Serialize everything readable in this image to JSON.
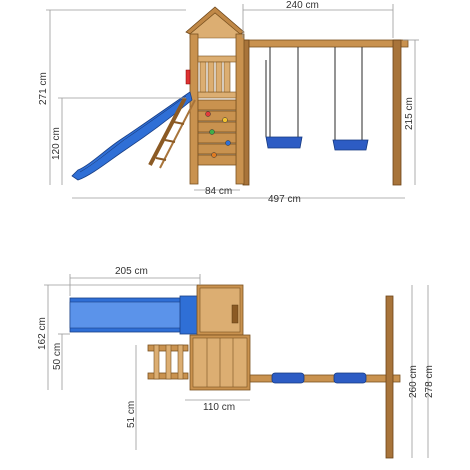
{
  "dimensions": {
    "swing_beam_width": "240 cm",
    "total_height": "271 cm",
    "swing_height": "215 cm",
    "platform_height": "120 cm",
    "tower_base_width": "84 cm",
    "total_width": "497 cm",
    "slide_length": "205 cm",
    "top_depth": "162 cm",
    "slide_width": "50 cm",
    "ladder_offset": "51 cm",
    "tower_width_top": "110 cm",
    "swing_frame_depth": "260 cm",
    "overall_depth": "278 cm"
  },
  "colors": {
    "wood": "#c9924f",
    "slide": "#2f6fd6",
    "grips": [
      "#e23b3b",
      "#f2c230",
      "#3fae49",
      "#2f6fd6",
      "#e07b22"
    ]
  }
}
